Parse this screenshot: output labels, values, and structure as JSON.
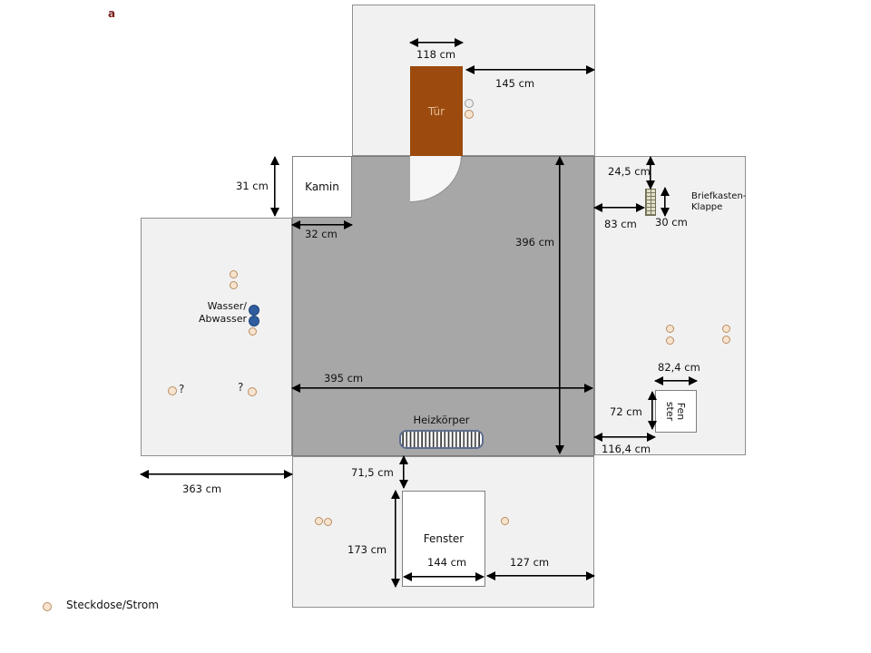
{
  "page_marker": "a",
  "room": {
    "door_label": "Tür",
    "chimney_label": "Kamin",
    "radiator_label": "Heizkörper"
  },
  "left_wing": {
    "water_label_line1": "Wasser/",
    "water_label_line2": "Abwasser",
    "question_left": "?",
    "question_right": "?"
  },
  "right_wing": {
    "mailbox_label_line1": "Briefkasten-",
    "mailbox_label_line2": "Klappe",
    "window_label_line1": "Fen",
    "window_label_line2": "ster"
  },
  "bottom_wing": {
    "window_label": "Fenster"
  },
  "legend": {
    "socket_label": "Steckdose/Strom"
  },
  "dimensions": {
    "door_width": "118 cm",
    "door_to_corner": "145 cm",
    "chimney_height": "31 cm",
    "chimney_width": "32 cm",
    "room_height": "396 cm",
    "room_width": "395 cm",
    "mailbox_offset_top": "24,5 cm",
    "mailbox_offset_left": "83 cm",
    "mailbox_height": "30 cm",
    "window_right_width": "82,4 cm",
    "window_right_height": "72 cm",
    "window_right_offset_bottom": "116,4 cm",
    "left_wing_width": "363 cm",
    "window_bottom_offset_top": "71,5 cm",
    "window_bottom_height": "173 cm",
    "window_bottom_width": "144 cm",
    "window_bottom_offset_right": "127 cm"
  },
  "colors": {
    "room_fill": "#a7a7a7",
    "panel_fill": "#f1f1f1",
    "door_fill": "#9c4a0e",
    "door_text": "#e2bd92",
    "water_dot_fill": "#2f5d9e",
    "socket_fill": "#f8e4ce",
    "socket_border": "#b98d62",
    "radiator_border": "#5d6d8e",
    "mailbox_fill": "#e3decb",
    "marker_color": "#7a1f1f"
  }
}
